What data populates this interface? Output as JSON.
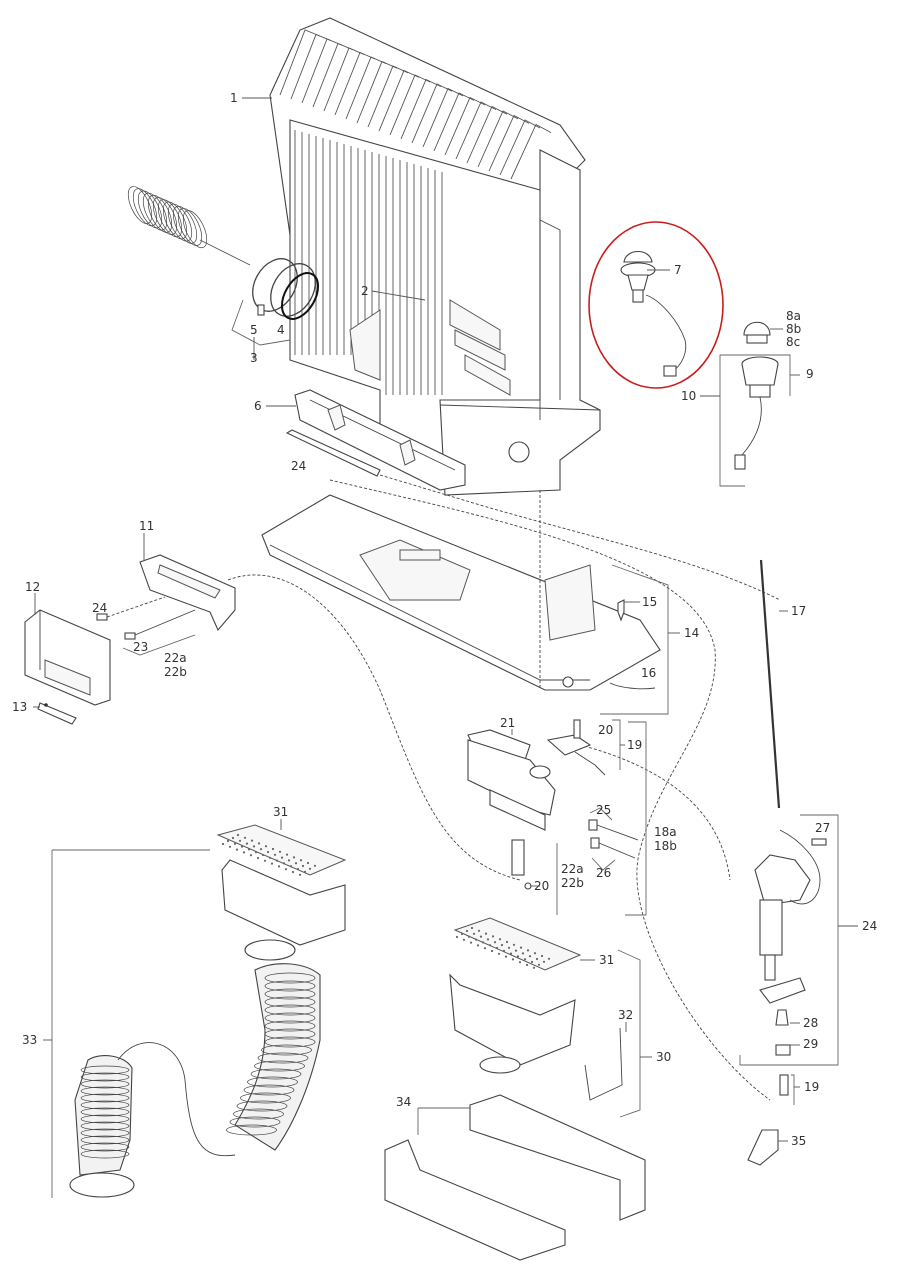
{
  "diagram": {
    "type": "exploded parts diagram",
    "highlight": {
      "part": "7",
      "color": "#c81e1e"
    },
    "line_color": "#444444",
    "parts": [
      {
        "id": "p1",
        "label": "1"
      },
      {
        "id": "p2",
        "label": "2"
      },
      {
        "id": "p3",
        "label": "3"
      },
      {
        "id": "p4",
        "label": "4"
      },
      {
        "id": "p5",
        "label": "5"
      },
      {
        "id": "p6",
        "label": "6"
      },
      {
        "id": "p7",
        "label": "7"
      },
      {
        "id": "p8",
        "labels": [
          "8a",
          "8b",
          "8c"
        ]
      },
      {
        "id": "p9",
        "label": "9"
      },
      {
        "id": "p10",
        "label": "10"
      },
      {
        "id": "p11",
        "label": "11"
      },
      {
        "id": "p12",
        "label": "12"
      },
      {
        "id": "p13",
        "label": "13"
      },
      {
        "id": "p14",
        "label": "14"
      },
      {
        "id": "p15",
        "label": "15"
      },
      {
        "id": "p16",
        "label": "16"
      },
      {
        "id": "p17",
        "label": "17"
      },
      {
        "id": "p18",
        "labels": [
          "18a",
          "18b"
        ]
      },
      {
        "id": "p19",
        "label": "19"
      },
      {
        "id": "p20",
        "label": "20"
      },
      {
        "id": "p21",
        "label": "21"
      },
      {
        "id": "p22",
        "labels": [
          "22a",
          "22b"
        ]
      },
      {
        "id": "p23",
        "label": "23"
      },
      {
        "id": "p24",
        "label": "24"
      },
      {
        "id": "p25",
        "label": "25"
      },
      {
        "id": "p26",
        "label": "26"
      },
      {
        "id": "p27",
        "label": "27"
      },
      {
        "id": "p28",
        "label": "28"
      },
      {
        "id": "p29",
        "label": "29"
      },
      {
        "id": "p30",
        "label": "30"
      },
      {
        "id": "p31",
        "label": "31"
      },
      {
        "id": "p32",
        "label": "32"
      },
      {
        "id": "p33",
        "label": "33"
      },
      {
        "id": "p34",
        "label": "34"
      },
      {
        "id": "p35",
        "label": "35"
      }
    ]
  }
}
